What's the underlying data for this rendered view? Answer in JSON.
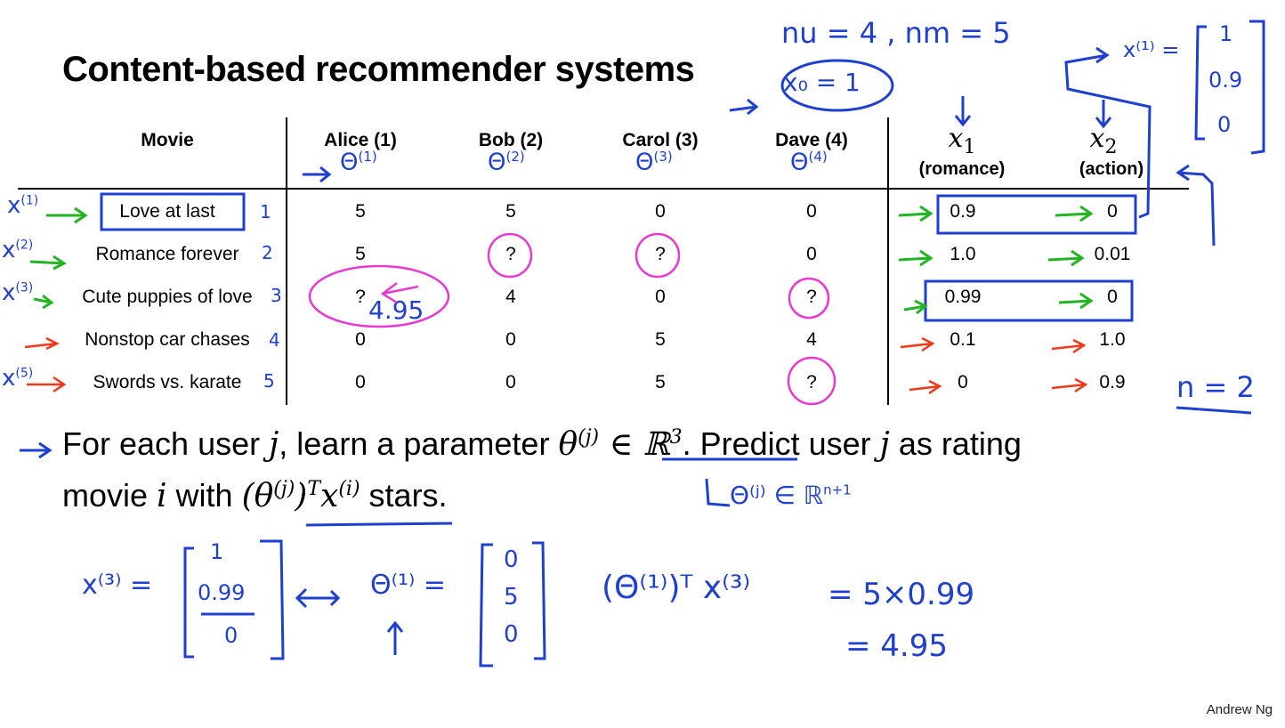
{
  "slide": {
    "title": "Content-based recommender systems",
    "table": {
      "header_movie": "Movie",
      "users": [
        {
          "label": "Alice (1)"
        },
        {
          "label": "Bob (2)"
        },
        {
          "label": "Carol (3)"
        },
        {
          "label": "Dave (4)"
        }
      ],
      "features": [
        {
          "symbol": "x",
          "sub": "1",
          "label": "(romance)"
        },
        {
          "symbol": "x",
          "sub": "2",
          "label": "(action)"
        }
      ],
      "rows": [
        {
          "movie": "Love at last",
          "ratings": [
            "5",
            "5",
            "0",
            "0"
          ],
          "x1": "0.9",
          "x2": "0"
        },
        {
          "movie": "Romance forever",
          "ratings": [
            "5",
            "?",
            "?",
            "0"
          ],
          "x1": "1.0",
          "x2": "0.01"
        },
        {
          "movie": "Cute puppies of love",
          "ratings": [
            "?",
            "4",
            "0",
            "?"
          ],
          "x1": "0.99",
          "x2": "0"
        },
        {
          "movie": "Nonstop car chases",
          "ratings": [
            "0",
            "0",
            "5",
            "4"
          ],
          "x1": "0.1",
          "x2": "1.0"
        },
        {
          "movie": "Swords vs. karate",
          "ratings": [
            "0",
            "0",
            "5",
            "?"
          ],
          "x1": "0",
          "x2": "0.9"
        }
      ]
    },
    "bullet1_a": "For each user ",
    "bullet1_j": "j",
    "bullet1_b": ", learn a parameter ",
    "bullet1_theta": "θ",
    "bullet1_theta_sup": "(j)",
    "bullet1_in": " ∈ ℝ",
    "bullet1_in_sup": "3",
    "bullet1_c": ". Predict user ",
    "bullet1_d": " as rating",
    "bullet2_a": "movie ",
    "bullet2_i": "i",
    "bullet2_b": " with ",
    "bullet2_expr": "(θ",
    "bullet2_expr_sup1": "(j)",
    "bullet2_expr_mid": ")",
    "bullet2_expr_sup2": "T",
    "bullet2_expr_x": "x",
    "bullet2_expr_sup3": "(i)",
    "bullet2_c": " stars.",
    "footer": "Andrew Ng"
  },
  "annotations": {
    "nu_nm": "nu = 4 , nm = 5",
    "x0": "x₀ = 1",
    "x_label": "x",
    "x1_vec_label": "x⁽¹⁾ =",
    "x1_vec": [
      "1",
      "0.9",
      "0"
    ],
    "theta_sups": [
      "(1)",
      "(2)",
      "(3)",
      "(4)"
    ],
    "row_indices": [
      "1",
      "2",
      "3",
      "4",
      "5"
    ],
    "row_x_sups": [
      "(1)",
      "(2)",
      "(3)",
      "",
      "(5)"
    ],
    "pred_value": "4.95",
    "n_eq": "n = 2",
    "theta_rn1": "Θ⁽ʲ⁾ ∈ ℝ",
    "theta_rn1_sup": "n+1",
    "x3_label": "x⁽³⁾ =",
    "x3_vec": [
      "1",
      "0.99",
      "0"
    ],
    "theta1_label": "Θ⁽¹⁾ =",
    "theta1_vec": [
      "0",
      "5",
      "0"
    ],
    "dot_expr": "(Θ⁽¹⁾)ᵀ x⁽³⁾",
    "dot_eq1": "= 5×0.99",
    "dot_eq2": "= 4.95",
    "colors": {
      "blue": "#1f3fd0",
      "green": "#22b422",
      "red": "#ee3a1a",
      "pink": "#e83ad0"
    }
  }
}
